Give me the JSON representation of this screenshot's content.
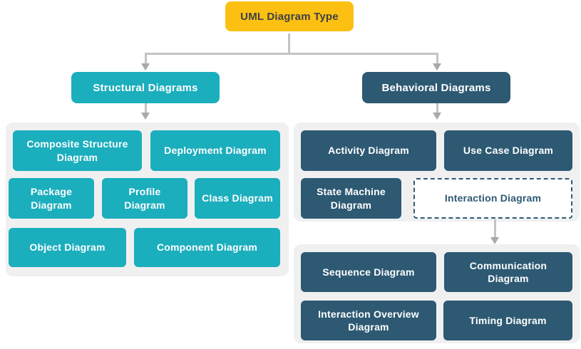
{
  "root": {
    "label": "UML Diagram Type"
  },
  "structural": {
    "label": "Structural Diagrams",
    "items": [
      {
        "label": "Composite Structure Diagram"
      },
      {
        "label": "Deployment Diagram"
      },
      {
        "label": "Package Diagram"
      },
      {
        "label": "Profile Diagram"
      },
      {
        "label": "Class Diagram"
      },
      {
        "label": "Object Diagram"
      },
      {
        "label": "Component Diagram"
      }
    ]
  },
  "behavioral": {
    "label": "Behavioral Diagrams",
    "items": [
      {
        "label": "Activity Diagram"
      },
      {
        "label": "Use Case Diagram"
      },
      {
        "label": "State Machine Diagram"
      },
      {
        "label": "Interaction Diagram"
      }
    ],
    "interaction_children": [
      {
        "label": "Sequence Diagram"
      },
      {
        "label": "Communication Diagram"
      },
      {
        "label": "Interaction Overview Diagram"
      },
      {
        "label": "Timing Diagram"
      }
    ]
  },
  "colors": {
    "root_fill": "#FCC013",
    "root_text": "#3F3F47",
    "structural_fill": "#1BAEBD",
    "behavioral_fill": "#2D5973",
    "container_fill": "#F0F0F1",
    "connector_line": "#C3C3C3",
    "connector_arrow": "#A9A9A9",
    "node_text": "#FFFFFF"
  }
}
